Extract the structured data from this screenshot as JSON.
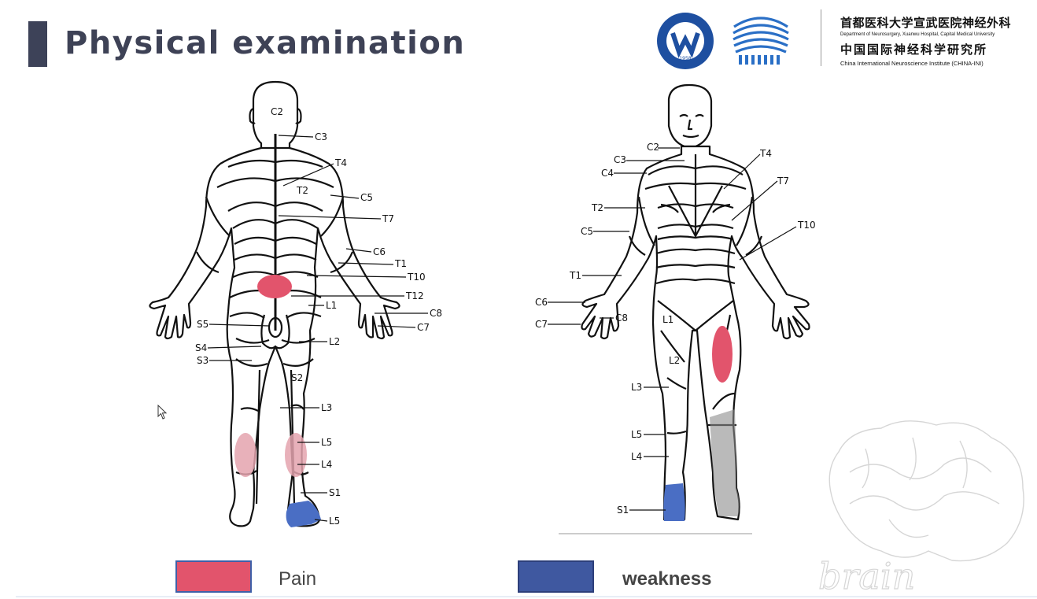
{
  "slide": {
    "title": "Physical examination"
  },
  "institution": {
    "name_cn_1": "首都医科大学宣武医院神经外科",
    "name_en_1": "Department of Neurosurgery, Xuanwu Hospital, Capital Medical University",
    "name_cn_2": "中国国际神经科学研究所",
    "name_en_2": "China International Neuroscience Institute (CHINA-INI)"
  },
  "logo_year": "1958",
  "back_view": {
    "labels": [
      "C2",
      "C3",
      "T4",
      "T2",
      "C5",
      "T7",
      "C6",
      "T1",
      "T10",
      "T12",
      "L1",
      "C8",
      "C7",
      "S5",
      "S4",
      "L2",
      "S3",
      "S2",
      "L3",
      "L5",
      "L4",
      "S1",
      "L5"
    ]
  },
  "front_view": {
    "labels": [
      "C2",
      "T4",
      "C3",
      "C4",
      "T7",
      "T2",
      "T10",
      "C5",
      "T1",
      "C6",
      "C8",
      "C7",
      "L1",
      "L2",
      "L3",
      "L5",
      "L4",
      "S1"
    ]
  },
  "legend": [
    {
      "label": "Pain",
      "color": "#e2546c"
    },
    {
      "label": "weakness",
      "color": "#3f58a0"
    }
  ],
  "watermark_text": "brain"
}
